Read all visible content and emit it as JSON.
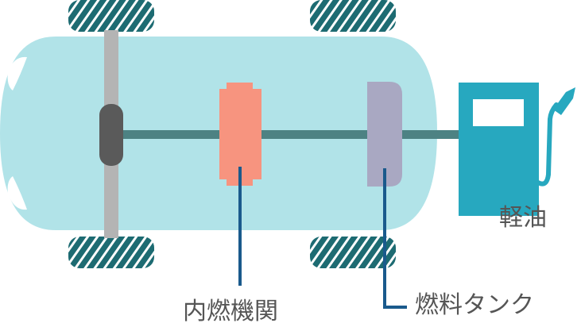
{
  "labels": {
    "fuel": "軽油",
    "engine": "内燃機関",
    "fuel_tank": "燃料タンク"
  },
  "colors": {
    "body": "#b1e3e8",
    "body_highlight": "#ffffff",
    "tire": "#1d6b72",
    "tire_stripe": "#ffffff",
    "axle": "#b4b4b4",
    "differential": "#5a5a5a",
    "driveshaft": "#4d8283",
    "engine": "#f7947f",
    "fuel_tank": "#a9a8c2",
    "pump": "#27a8bf",
    "leader_line": "#1a5a8c",
    "label_text": "#555555"
  }
}
